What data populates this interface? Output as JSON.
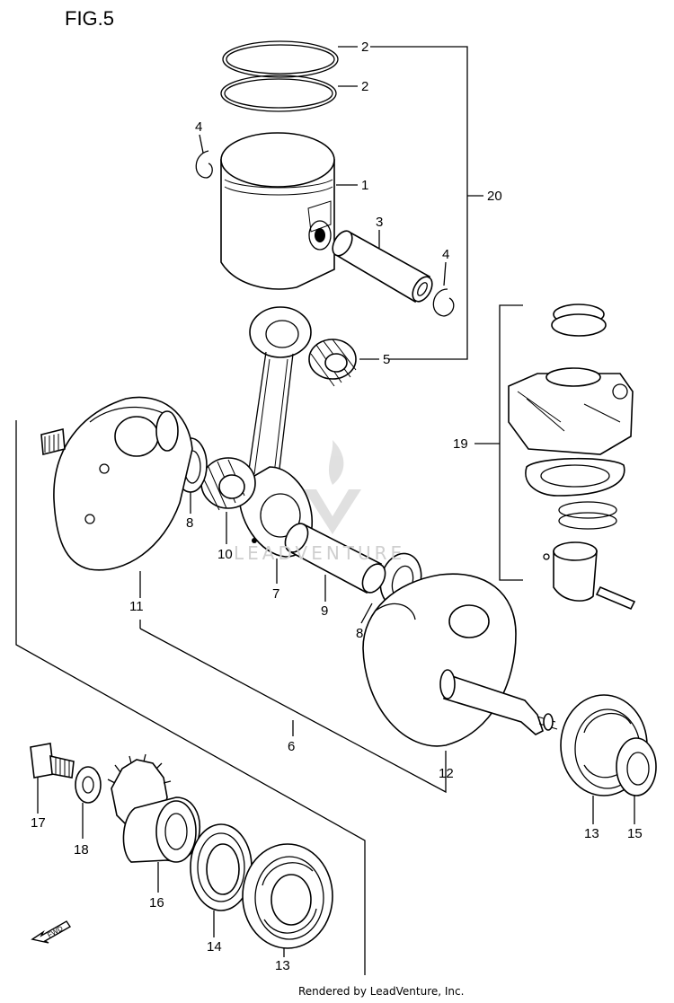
{
  "figure": {
    "title": "FIG.5"
  },
  "watermark": {
    "text": "LEADVENTURE"
  },
  "credit": "Rendered by LeadVenture, Inc.",
  "fwd_label": "FWD",
  "callouts": {
    "piston_ring_top": "2",
    "piston_ring_second": "2",
    "piston_circlip_left": "4",
    "piston": "1",
    "piston_pin": "3",
    "piston_circlip_right": "4",
    "piston_set": "20",
    "small_end_bearing": "5",
    "cylinder_kit": "19",
    "thrust_washer_left": "8",
    "big_end_bearing": "10",
    "connecting_rod": "7",
    "crank_pin": "9",
    "thrust_washer_right": "8",
    "crank_half_left": "11",
    "crankshaft_assembly": "6",
    "crank_half_right": "12",
    "bolt": "17",
    "washer": "18",
    "gear": "16",
    "oil_seal": "14",
    "bearing_left": "13",
    "bearing_right": "13",
    "oil_seal_right": "15"
  }
}
